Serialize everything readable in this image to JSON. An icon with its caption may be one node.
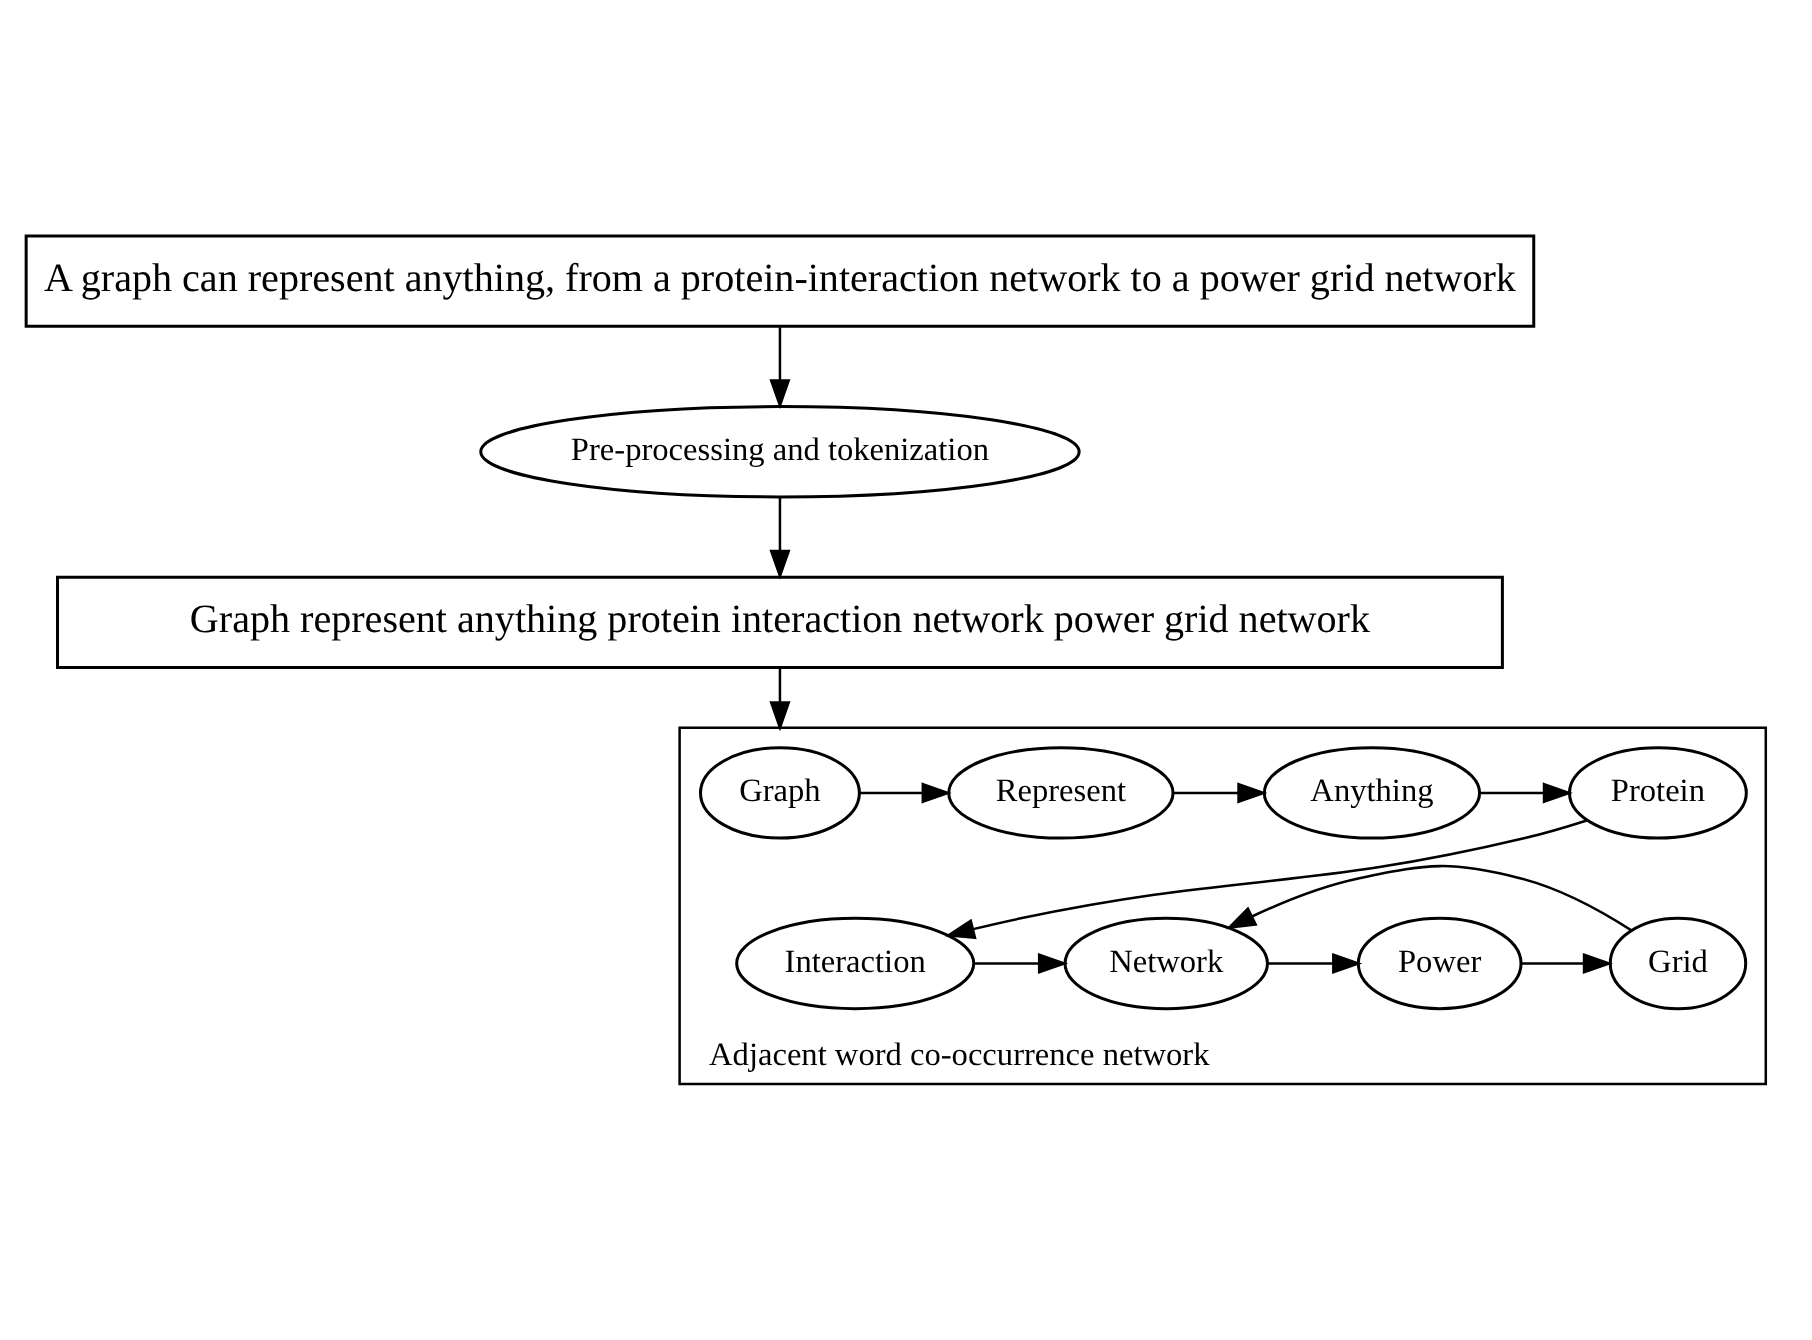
{
  "diagram": {
    "nodes": [
      {
        "text": [
          "A graph can represent anything, from a protein-interaction network to a power grid network"
        ]
      },
      {
        "text": [
          "Pre-processing and tokenization"
        ]
      },
      {
        "text": [
          "Graph represent anything protein interaction network power grid network"
        ]
      },
      {
        "text": [
          "Adjacent word co-occurrence network"
        ]
      },
      {
        "text": [
          "Graph"
        ],
        "in": 3
      },
      {
        "text": [
          "Represent"
        ],
        "in": 3
      },
      {
        "text": [
          "Anything"
        ],
        "in": 3
      },
      {
        "text": [
          "Protein"
        ],
        "in": 3
      },
      {
        "text": [
          "Grid"
        ],
        "in": 3
      },
      {
        "text": [
          "Power"
        ],
        "in": 3
      },
      {
        "text": [
          "Network"
        ],
        "in": 3
      },
      {
        "text": [
          "Interaction"
        ],
        "in": 3
      }
    ],
    "edges": [
      {
        "from": 0,
        "to": 1,
        "arrow": "to"
      },
      {
        "from": 1,
        "to": 2,
        "arrow": "to"
      },
      {
        "from": 2,
        "to": 3,
        "arrow": "to"
      },
      {
        "from": 4,
        "to": 5,
        "arrow": "to"
      },
      {
        "from": 5,
        "to": 6,
        "arrow": "to"
      },
      {
        "from": 6,
        "to": 7,
        "arrow": "to"
      },
      {
        "from": 7,
        "to": 11,
        "arrow": "to"
      },
      {
        "from": 11,
        "to": 10,
        "arrow": "to"
      },
      {
        "from": 10,
        "to": 9,
        "arrow": "to"
      },
      {
        "from": 9,
        "to": 8,
        "arrow": "to"
      },
      {
        "from": 8,
        "to": 10,
        "arrow": "to"
      }
    ]
  }
}
